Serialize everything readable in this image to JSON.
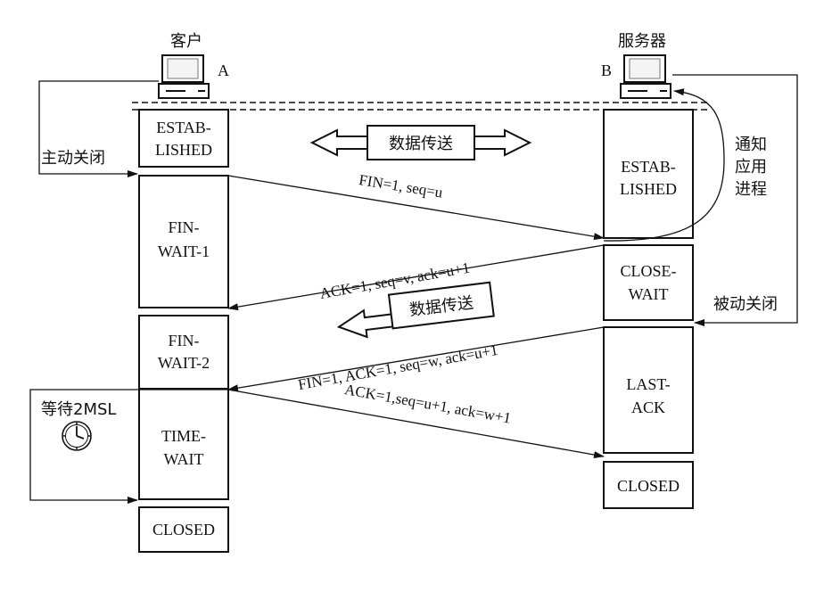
{
  "hosts": {
    "client": {
      "title": "客户",
      "letter": "A"
    },
    "server": {
      "title": "服务器",
      "letter": "B"
    }
  },
  "client_states": [
    {
      "lines": [
        "ESTAB-",
        "LISHED"
      ]
    },
    {
      "lines": [
        "FIN-",
        "WAIT-1"
      ]
    },
    {
      "lines": [
        "FIN-",
        "WAIT-2"
      ]
    },
    {
      "lines": [
        "TIME-",
        "WAIT"
      ]
    },
    {
      "lines": [
        "CLOSED"
      ]
    }
  ],
  "server_states": [
    {
      "lines": [
        "ESTAB-",
        "LISHED"
      ]
    },
    {
      "lines": [
        "CLOSE-",
        "WAIT"
      ]
    },
    {
      "lines": [
        "LAST-",
        "ACK"
      ]
    },
    {
      "lines": [
        "CLOSED"
      ]
    }
  ],
  "data_transfer": {
    "top": "数据传送",
    "middle": "数据传送"
  },
  "messages": {
    "fin1": "FIN=1, seq=u",
    "ack1": "ACK=1, seq=v, ack=u+1",
    "fin2": "FIN=1, ACK=1, seq=w, ack=u+1",
    "ack2": "ACK=1,seq=u+1, ack=w+1"
  },
  "side_labels": {
    "active_close": "主动关闭",
    "passive_close": "被动关闭",
    "notify_app": [
      "通知",
      "应用",
      "进程"
    ],
    "wait_2msl": "等待2MSL"
  },
  "icons": {
    "client_computer": "computer-icon",
    "server_computer": "computer-icon",
    "timer": "clock-icon"
  }
}
